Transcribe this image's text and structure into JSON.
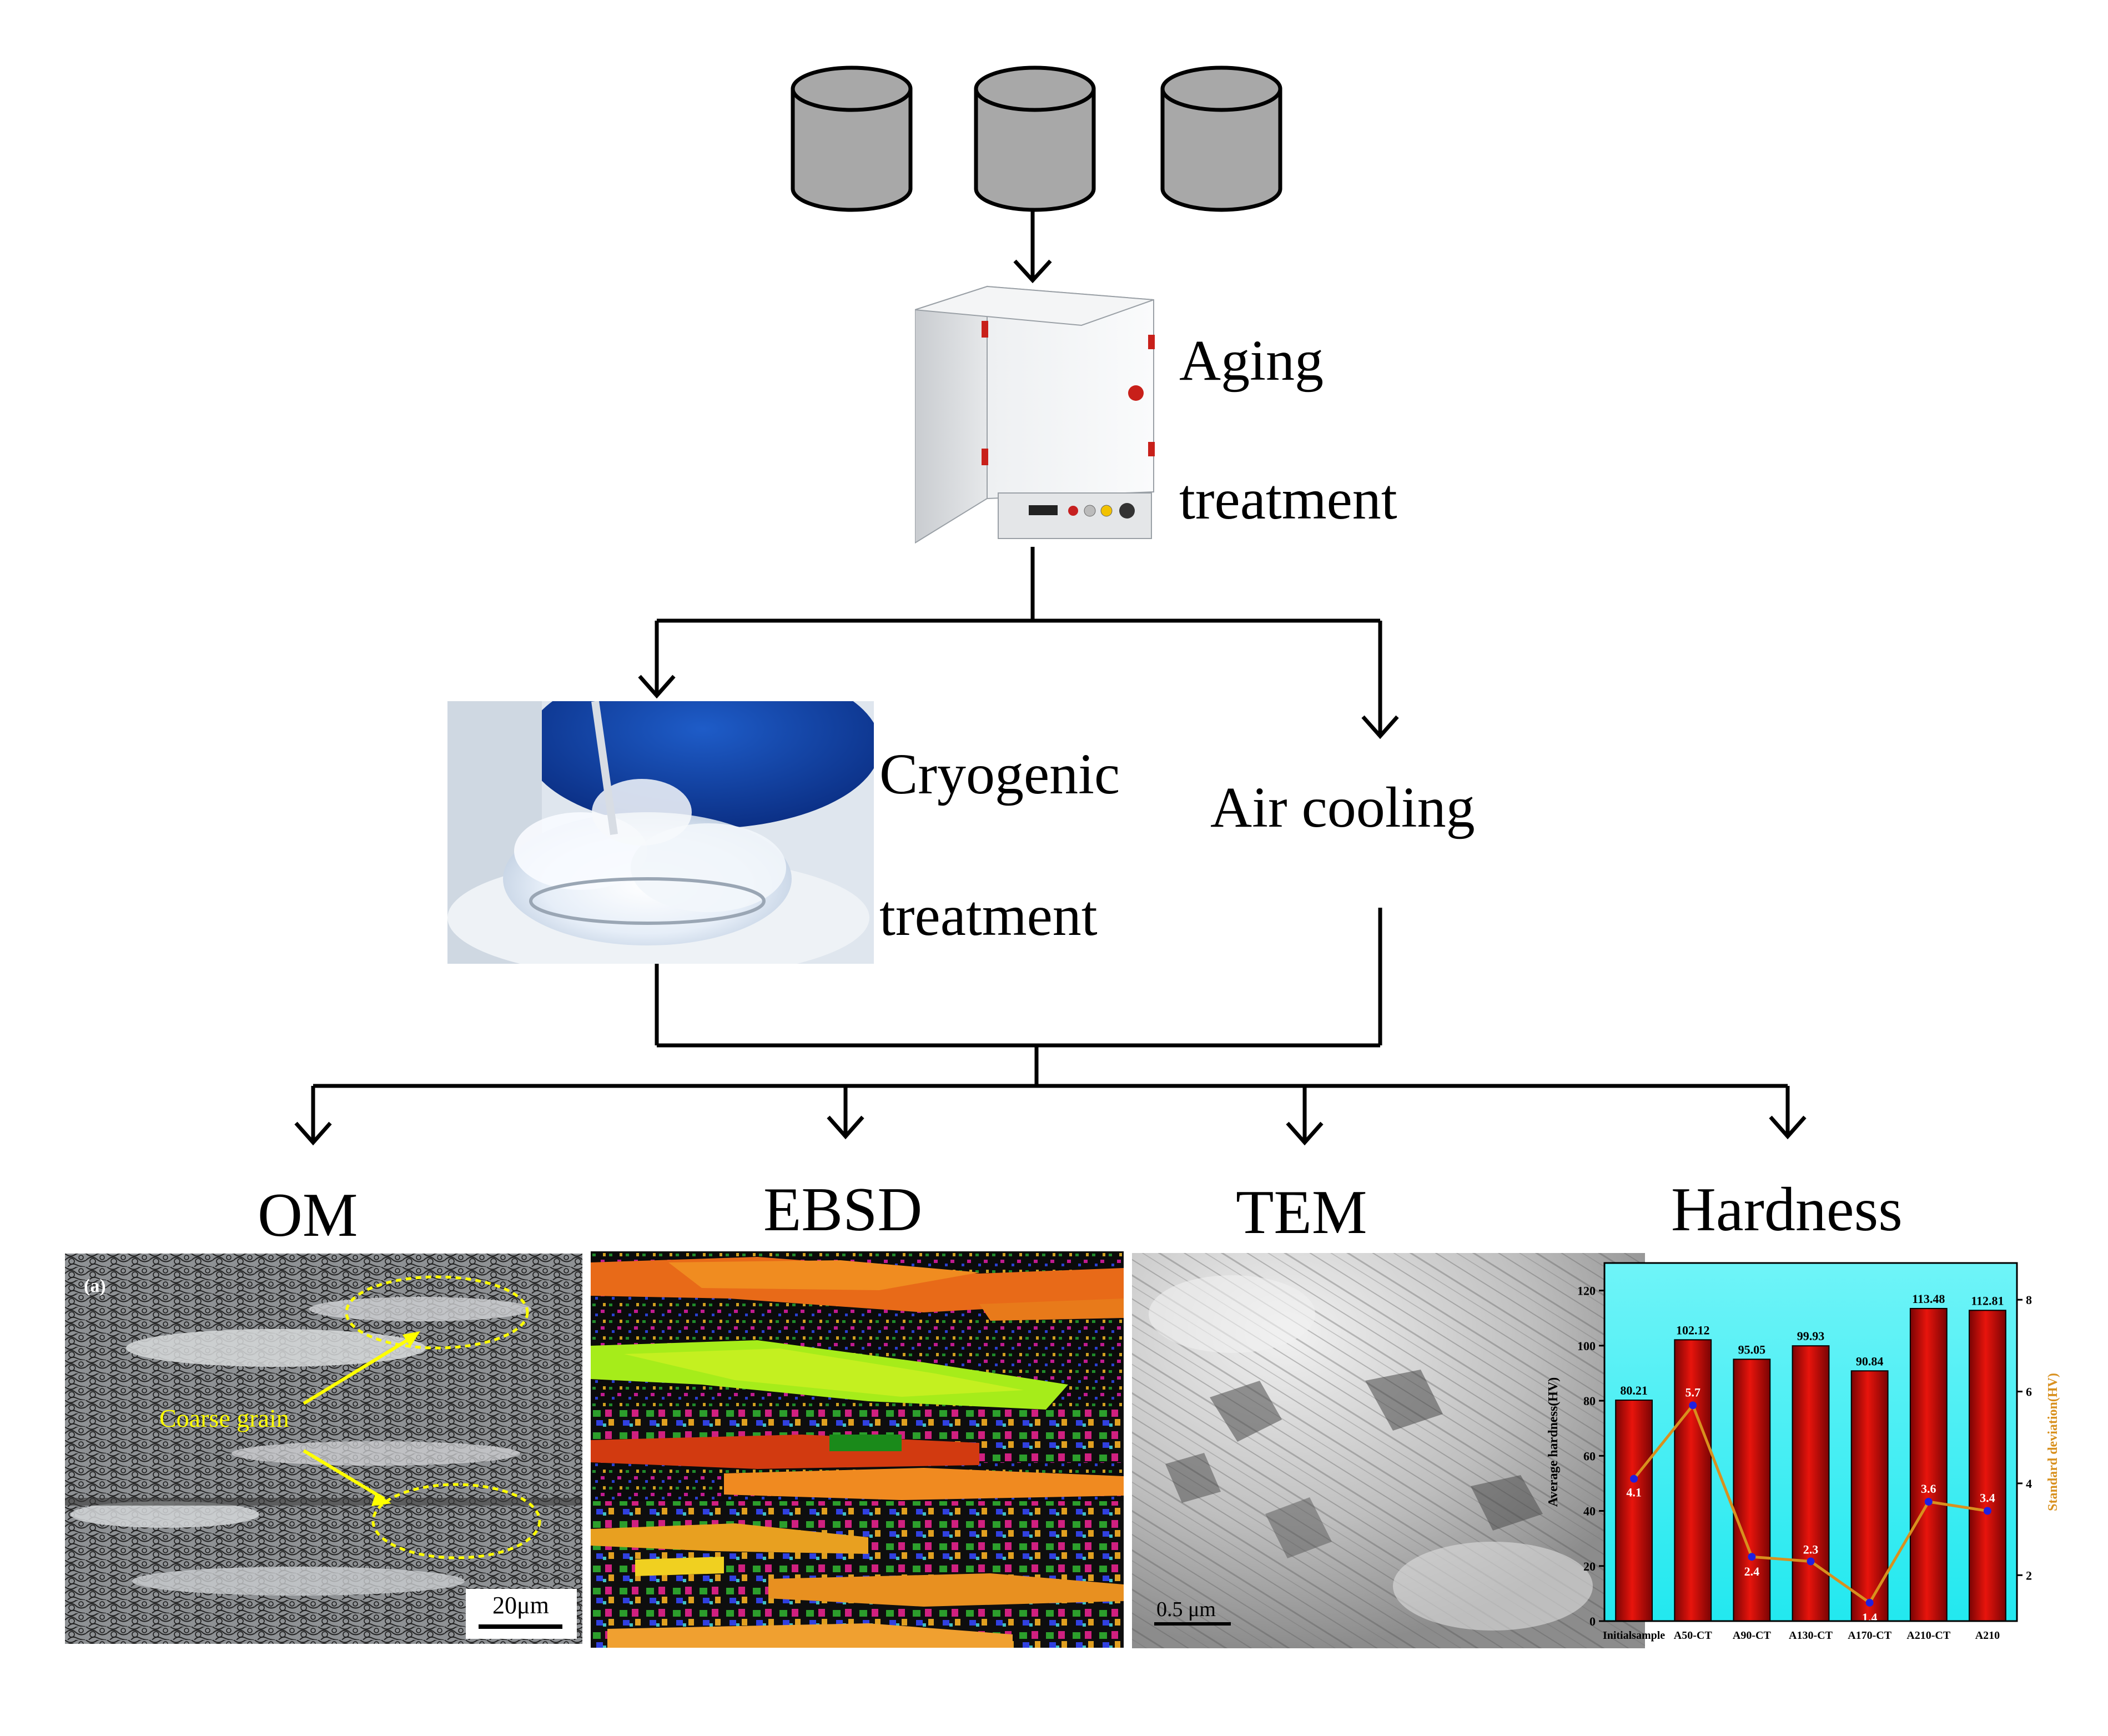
{
  "steps": {
    "aging": {
      "line1": "Aging",
      "line2": "treatment"
    },
    "cryogenic": {
      "line1": "Cryogenic",
      "line2": "treatment"
    },
    "air": {
      "label": "Air cooling"
    }
  },
  "headings": {
    "om": "OM",
    "ebsd": "EBSD",
    "tem": "TEM",
    "hardness": "Hardness"
  },
  "om_panel": {
    "tag": "(a)",
    "annotation": "Coarse grain",
    "scale": "20μm",
    "annotation_color": "#ffff00"
  },
  "tem_panel": {
    "scale": "0.5 μm"
  },
  "colors": {
    "bar": "#e8140c",
    "bg": "#22e8ef",
    "line": "#d8901e",
    "marker": "#2020e0",
    "cylinder": "#a8a8a8"
  },
  "chart_data": {
    "type": "bar",
    "categories": [
      "Initialsample",
      "A50-CT",
      "A90-CT",
      "A130-CT",
      "A170-CT",
      "A210-CT",
      "A210"
    ],
    "series": [
      {
        "values": [
          80.21,
          102.12,
          95.05,
          99.93,
          90.84,
          113.48,
          112.81
        ]
      },
      {
        "values": [
          4.1,
          5.7,
          2.4,
          2.3,
          1.4,
          3.6,
          3.4
        ]
      }
    ],
    "value_labels": [
      "80.21",
      "102.12",
      "95.05",
      "99.93",
      "90.84",
      "113.48",
      "112.81"
    ],
    "std_labels": [
      "4.1",
      "5.7",
      "2.4",
      "2.3",
      "1.4",
      "3.6",
      "3.4"
    ],
    "ylabel": "Average hardness(HV)",
    "y2label": "Standard deviation(HV)",
    "ylim": [
      0,
      130
    ],
    "y2lim": [
      1,
      8.8
    ],
    "yticks": [
      "0",
      "20",
      "40",
      "60",
      "80",
      "100",
      "120"
    ],
    "y2ticks": [
      "2",
      "4",
      "6",
      "8"
    ],
    "grid": false
  }
}
